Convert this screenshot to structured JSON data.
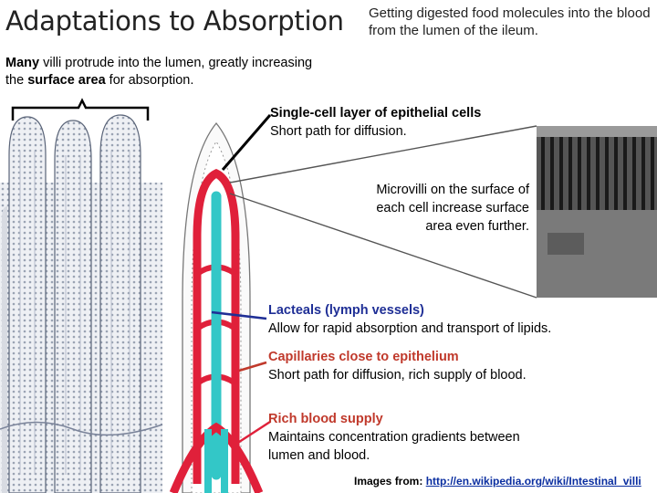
{
  "title": "Adaptations to Absorption",
  "subtitle": "Getting digested food molecules into the blood from the lumen of the ileum.",
  "intro": {
    "bold_start": "Many",
    "mid": " villi protrude into the lumen, greatly increasing the ",
    "bold_end": "surface area",
    "end": " for absorption."
  },
  "labels": {
    "epithelial": {
      "heading": "Single-cell layer of epithelial cells",
      "body": "Short path for diffusion."
    },
    "microvilli": {
      "pre": "Micro",
      "mid": "villi on the ",
      "bold": "surface",
      "post": " of each cell increase surface area even further."
    },
    "lacteals": {
      "heading": "Lacteals (lymph vessels)",
      "body": "Allow for rapid absorption and transport of lipids."
    },
    "capillaries": {
      "heading": "Capillaries close to epithelium",
      "body": "Short path for diffusion, rich supply of blood."
    },
    "blood_supply": {
      "heading": "Rich blood supply",
      "body_line1": "Maintains concentration gradients between",
      "body_line2": "lumen and blood."
    }
  },
  "credit": {
    "prefix": "Images from:",
    "link": "http://en.wikipedia.org/wiki/Intestinal_villi"
  },
  "colors": {
    "blood": "#e0203a",
    "lymph": "#33c7c7",
    "lacteal_line": "#1f2f96",
    "capillary_text": "#c0392b"
  },
  "icons": [
    "villi-micrograph",
    "villus-diagram",
    "microvilli-micrograph"
  ]
}
